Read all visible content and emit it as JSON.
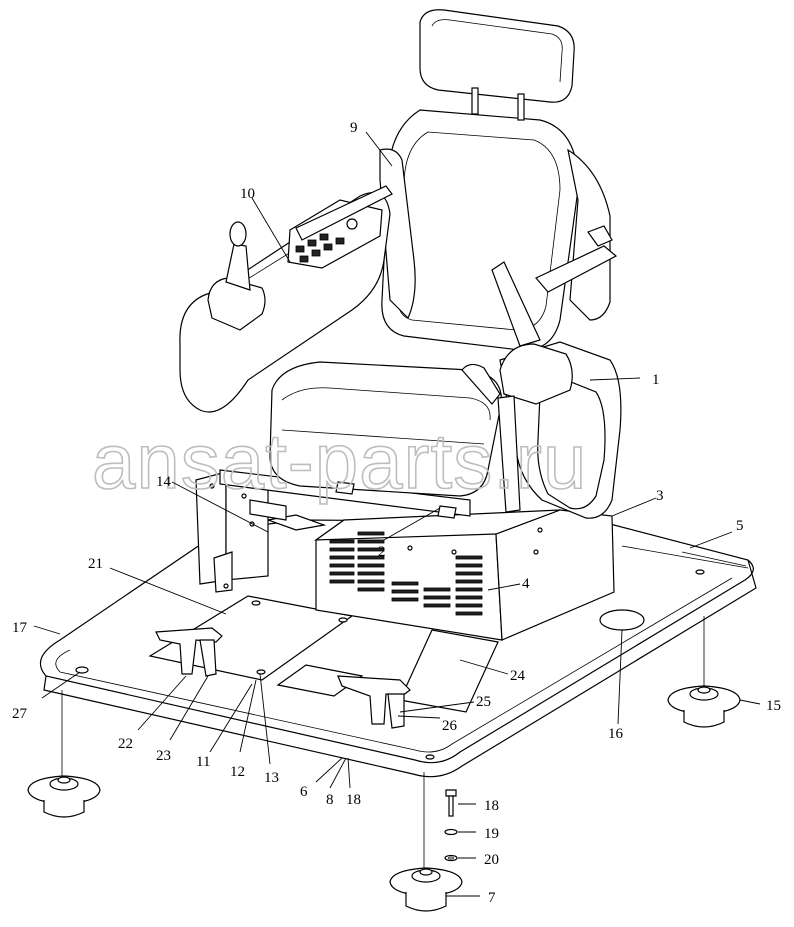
{
  "watermark": "ansat-parts.ru",
  "callouts": {
    "c1": "1",
    "c2": "2",
    "c3": "3",
    "c4": "4",
    "c5": "5",
    "c6": "6",
    "c7": "7",
    "c8": "8",
    "c9": "9",
    "c10": "10",
    "c11": "11",
    "c12": "12",
    "c13": "13",
    "c14": "14",
    "c15": "15",
    "c16": "16",
    "c17": "17",
    "c18a": "18",
    "c18b": "18",
    "c19": "19",
    "c20": "20",
    "c21": "21",
    "c22": "22",
    "c23": "23",
    "c24": "24",
    "c25": "25",
    "c26": "26",
    "c27": "27"
  }
}
